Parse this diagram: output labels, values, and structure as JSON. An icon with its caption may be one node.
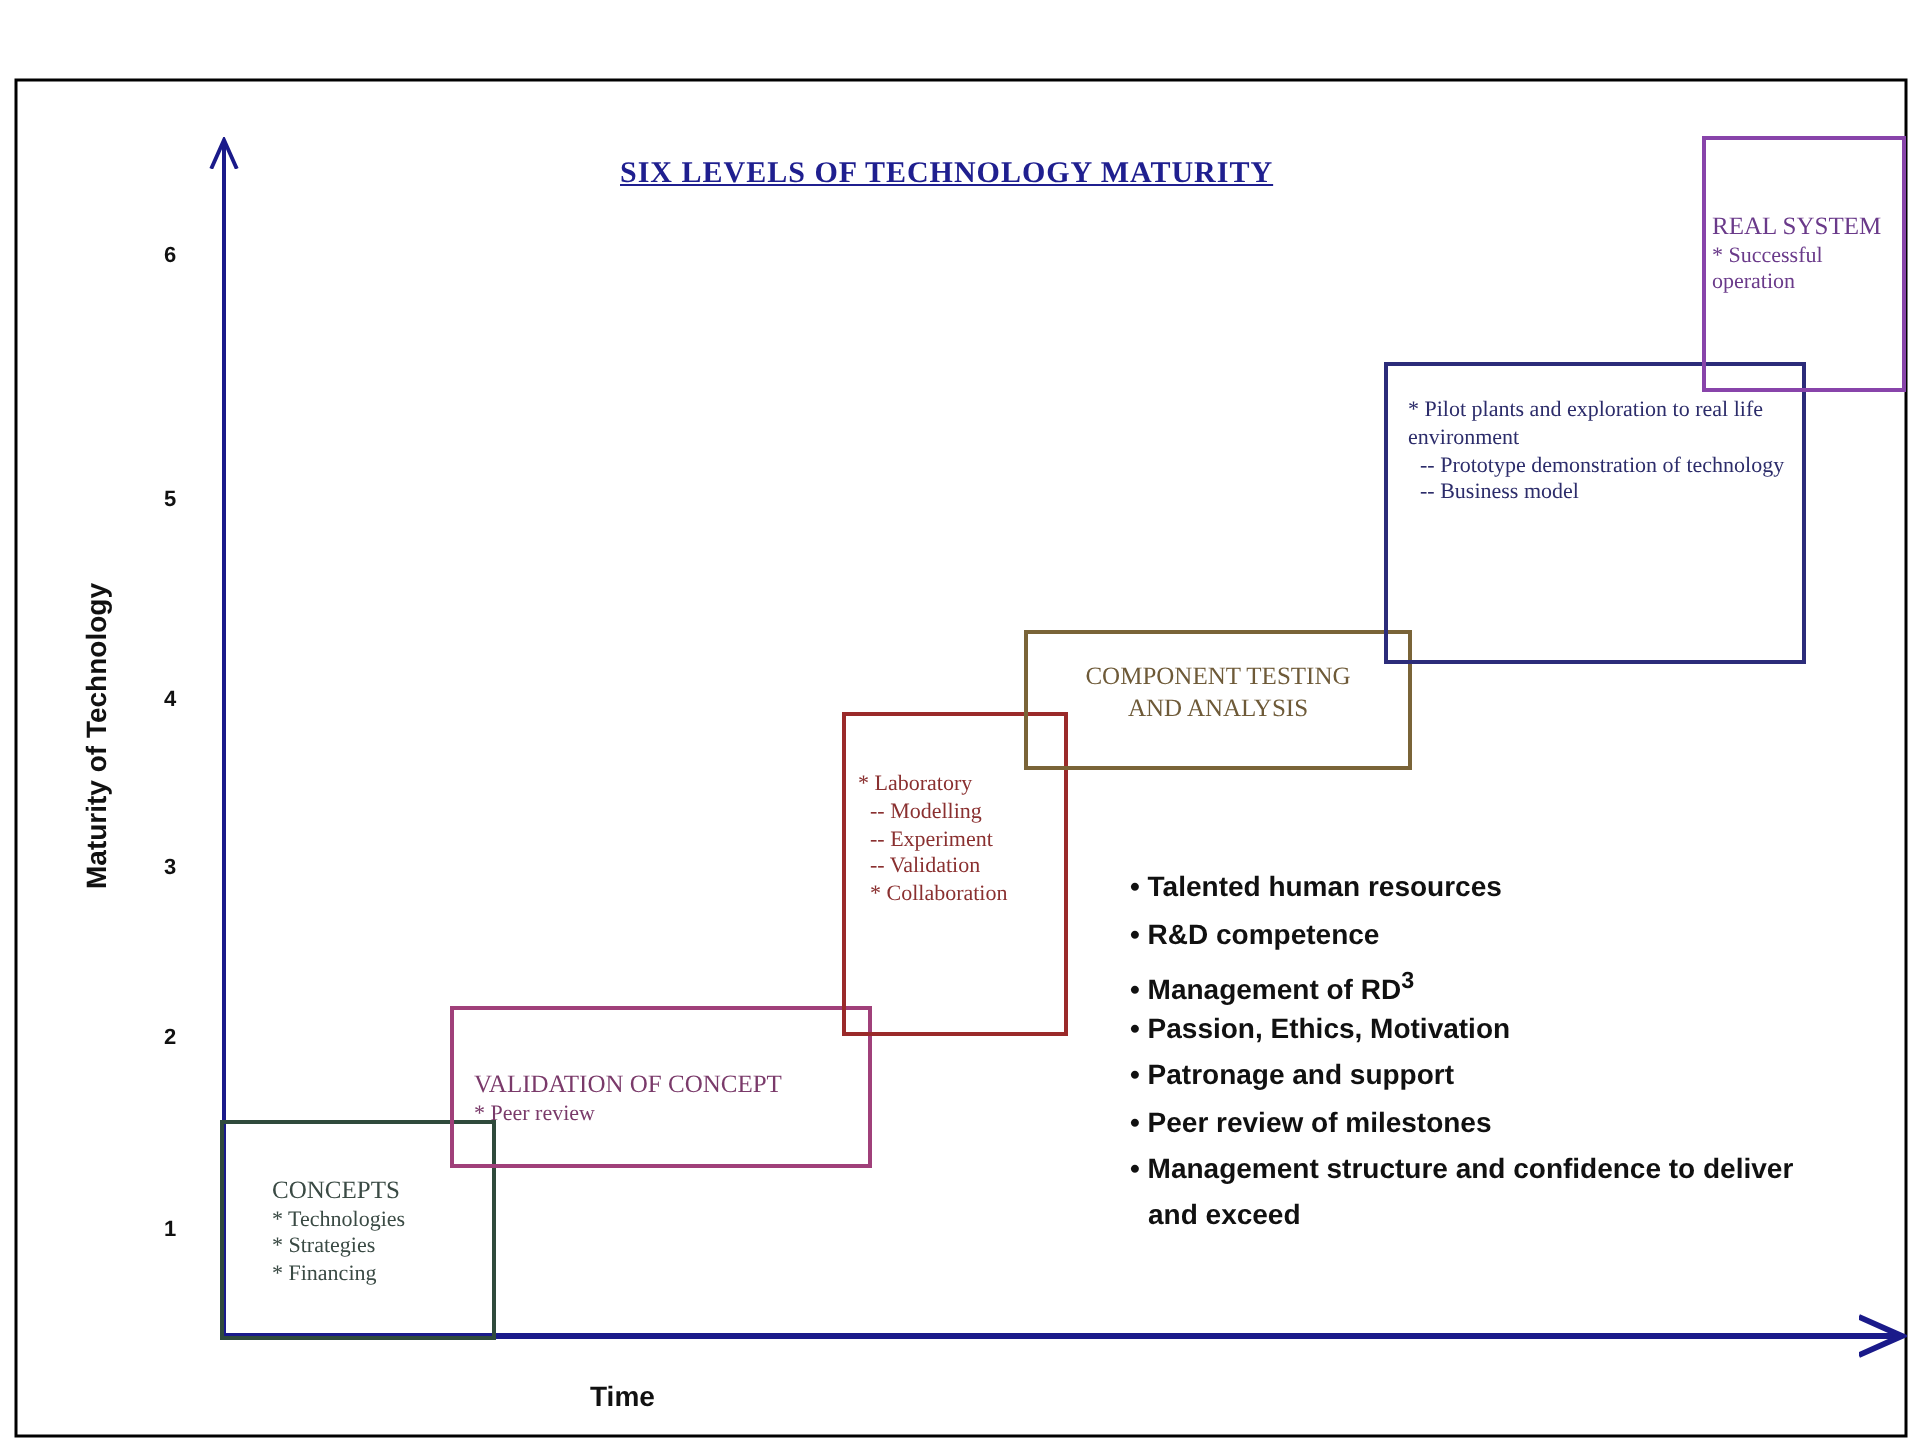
{
  "diagram": {
    "title": "SIX LEVELS OF TECHNOLOGY MATURITY",
    "nodes": [
      {
        "text": [
          "CONCEPTS",
          "* Technologies",
          "* Strategies",
          "* Financing"
        ]
      },
      {
        "text": [
          "VALIDATION OF CONCEPT",
          "* Peer review"
        ]
      },
      {
        "text": [
          "* Laboratory",
          "-- Modelling",
          "-- Experiment",
          "-- Validation",
          "* Collaboration"
        ]
      },
      {
        "text": [
          "COMPONENT TESTING AND ANALYSIS"
        ]
      },
      {
        "text": [
          "* Pilot plants and exploration to real life environment",
          "-- Prototype demonstration of technology",
          "-- Business model"
        ]
      },
      {
        "text": [
          "REAL SYSTEM",
          "* Successful operation"
        ]
      }
    ],
    "labels": [
      "6",
      "5",
      "4",
      "3",
      "2",
      "1",
      "Maturity of Technology",
      "• Talented human resources",
      "• R&D competence",
      "• Management of RD$^{3}$",
      "• Passion, Ethics, Motivation",
      "• Patronage and support",
      "• Peer review of milestones",
      "• Management structure and confidence to deliver and exceed",
      "Time"
    ]
  }
}
